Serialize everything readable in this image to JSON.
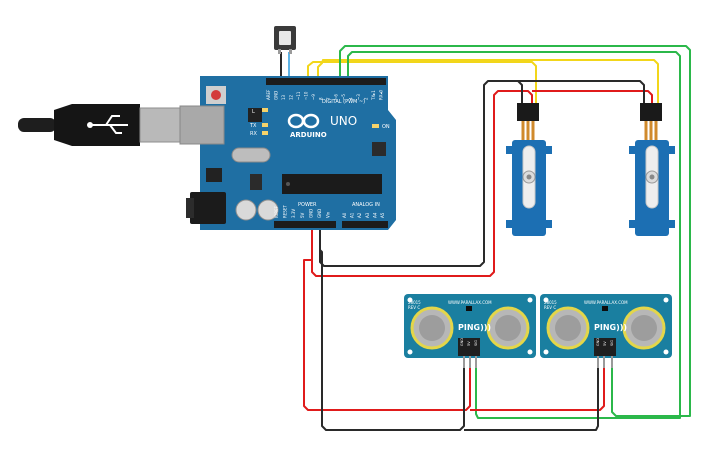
{
  "arduino": {
    "brand": "ARDUINO",
    "model": "UNO",
    "digital_header": "DIGITAL (PWM ~)",
    "power_header": "POWER",
    "analog_header": "ANALOG IN",
    "on_label": "ON",
    "l_label": "L",
    "tx_label": "TX",
    "rx_label": "RX",
    "digital_pins": [
      "AREF",
      "GND",
      "13",
      "12",
      "~11",
      "~10",
      "~9",
      "8",
      "7",
      "~6",
      "~5",
      "4",
      "~3",
      "2",
      "TX▸1",
      "RX◂0"
    ],
    "power_pins": [
      "IOREF",
      "RESET",
      "3.3V",
      "5V",
      "GND",
      "GND",
      "Vin"
    ],
    "analog_pins": [
      "A0",
      "A1",
      "A2",
      "A3",
      "A4",
      "A5"
    ]
  },
  "sensors": [
    {
      "part": "28015",
      "rev": "REV C",
      "site": "WWW.PARALLAX.COM",
      "name": "PING)))",
      "pins": [
        "GND",
        "5V",
        "SIG"
      ]
    },
    {
      "part": "28015",
      "rev": "REV C",
      "site": "WWW.PARALLAX.COM",
      "name": "PING)))",
      "pins": [
        "GND",
        "5V",
        "SIG"
      ]
    }
  ],
  "wire_colors": {
    "red": "#e01b1b",
    "black": "#2a2a2a",
    "green": "#2bb84a",
    "yellow": "#f2d61a",
    "blue": "#5fb4e6",
    "board": "#1f6fa3",
    "servo": "#1c6fb3",
    "sensor_board": "#1a7fa0"
  }
}
